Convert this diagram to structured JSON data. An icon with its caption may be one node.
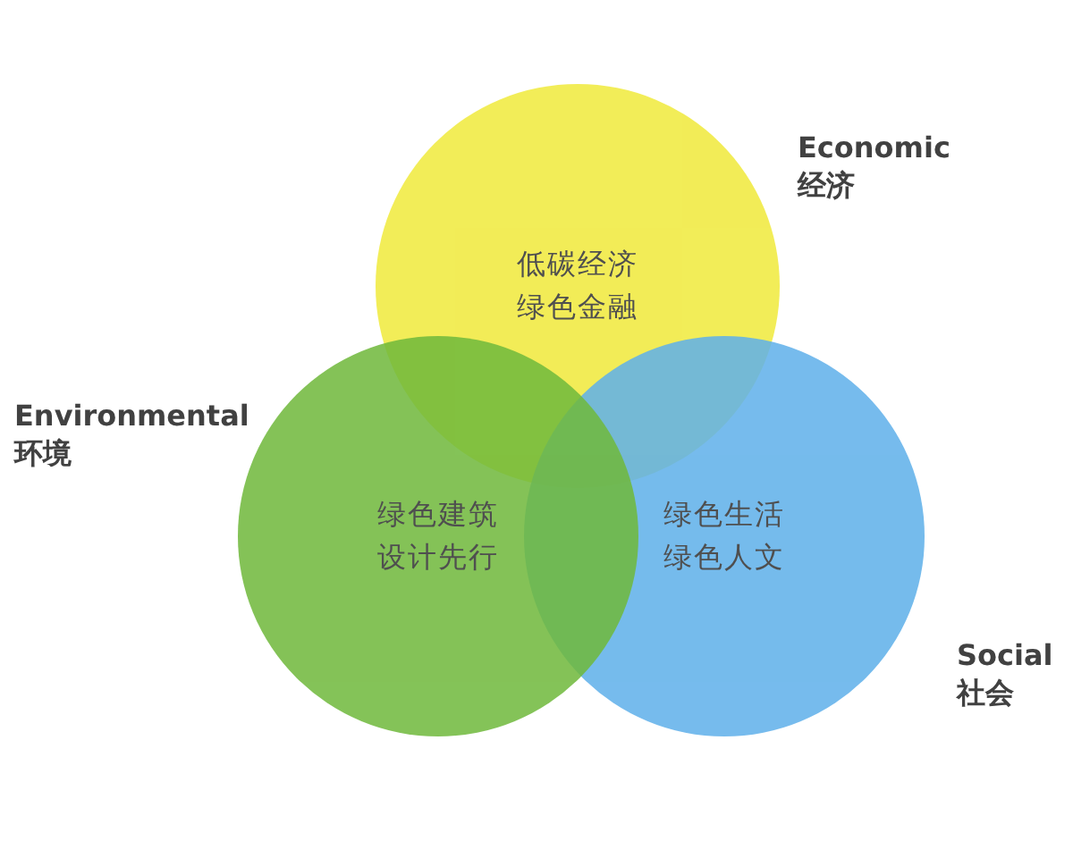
{
  "diagram": {
    "nodes": [
      {
        "text": [
          "Economic 经济",
          "低碳经济绿色金融"
        ]
      },
      {
        "text": [
          "Environmental 环境",
          "绿色建筑设计先行"
        ]
      },
      {
        "text": [
          "Social 社会",
          "绿色生活绿色人文"
        ]
      }
    ]
  }
}
